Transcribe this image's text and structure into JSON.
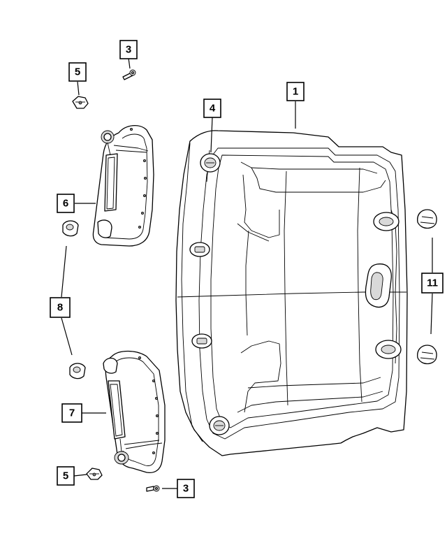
{
  "callouts": {
    "c1": "1",
    "c3_top": "3",
    "c3_bottom": "3",
    "c4": "4",
    "c5_top": "5",
    "c5_bottom": "5",
    "c6": "6",
    "c7": "7",
    "c8": "8",
    "c11": "11"
  },
  "colors": {
    "line": "#000000",
    "background": "#ffffff",
    "shading": "#d9d9d9"
  }
}
